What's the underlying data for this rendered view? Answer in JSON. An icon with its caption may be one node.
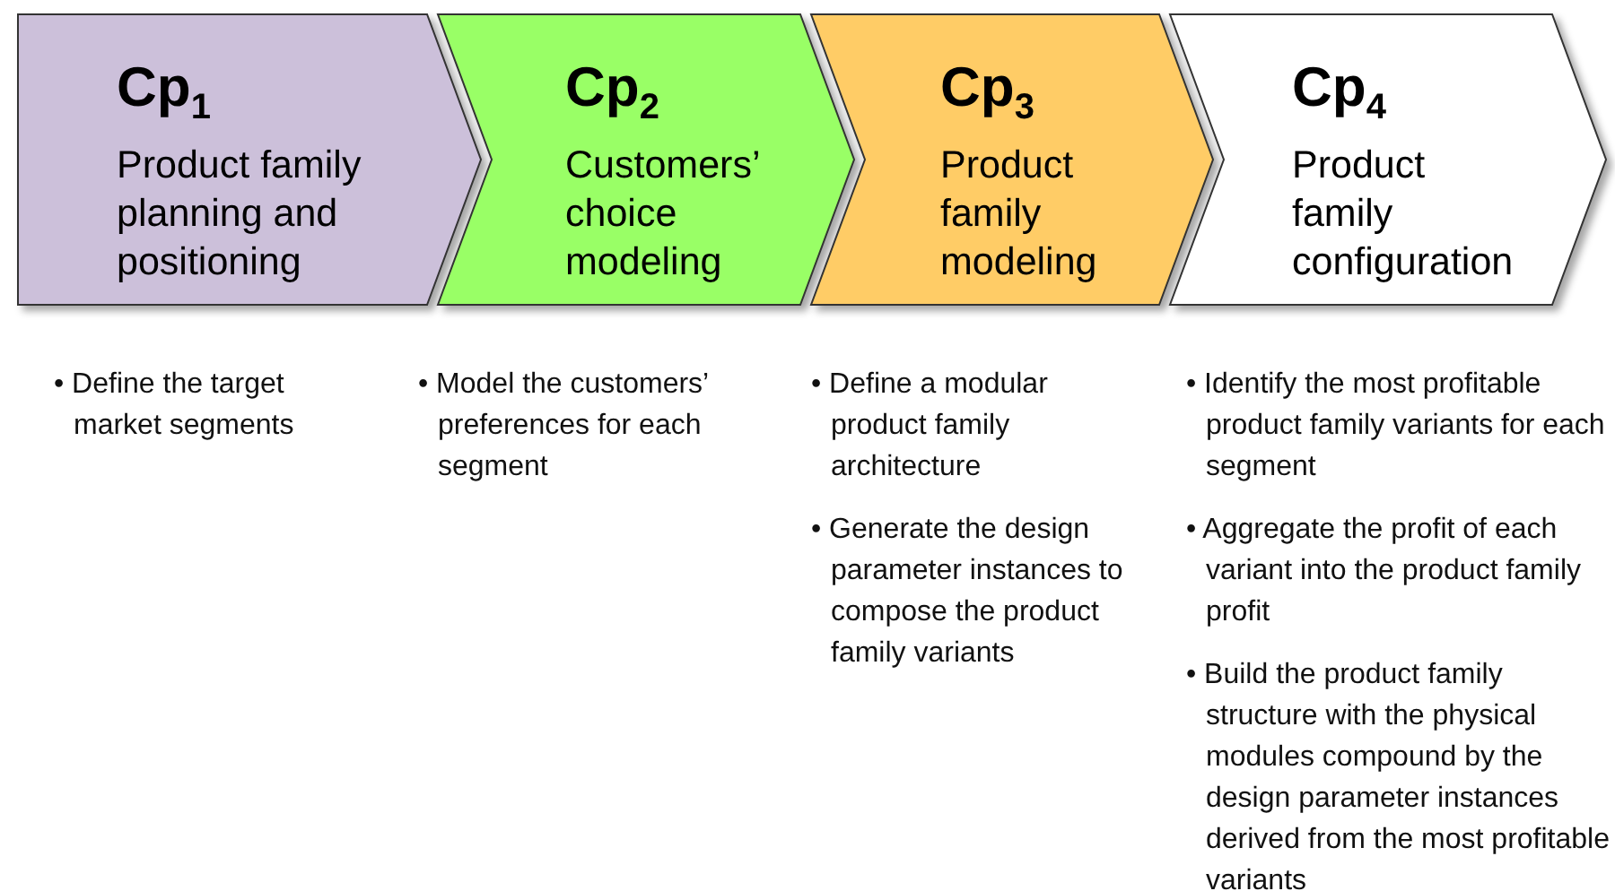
{
  "diagram": {
    "nodes": [
      {
        "text": [
          "Cp$_{1}$",
          "Product family planning and positioning"
        ],
        "beside": [
          "• Define the target market segments"
        ]
      },
      {
        "text": [
          "Cp$_{2}$",
          "Customers’ choice modeling"
        ],
        "beside": [
          "• Model the customers’ preferences for each segment"
        ]
      },
      {
        "text": [
          "Cp$_{3}$",
          "Product family modeling"
        ],
        "beside": [
          "• Define a modular product family architecture",
          "• Generate the design parameter instances to compose the product family variants"
        ]
      },
      {
        "text": [
          "Cp$_{4}$",
          "Product family configuration"
        ],
        "beside": [
          "• Identify the most profitable product family variants for each segment",
          "• Aggregate the profit of each variant into the product family profit",
          "• Build the product family structure with the physical modules compound by the design parameter instances derived from the most profitable variants"
        ]
      }
    ],
    "edges": []
  }
}
